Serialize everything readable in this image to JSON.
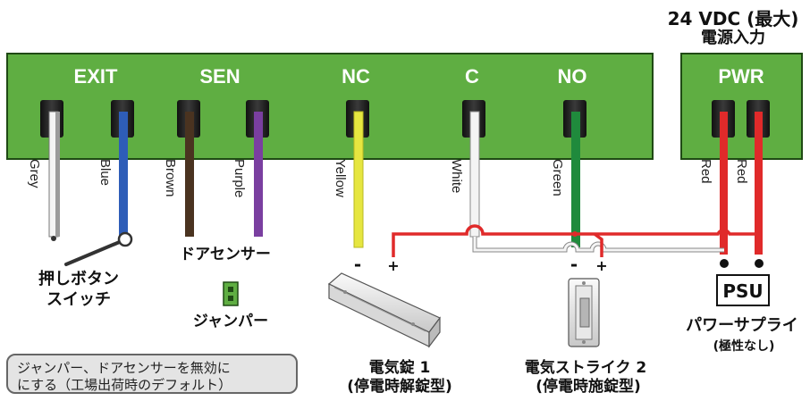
{
  "supply": {
    "line1": "24 VDC (最大)",
    "line2": "電源入力"
  },
  "terminals": {
    "exit": "EXIT",
    "sen": "SEN",
    "nc": "NC",
    "c": "C",
    "no": "NO",
    "pwr": "PWR"
  },
  "wires": {
    "grey": "Grey",
    "blue": "Blue",
    "brown": "Brown",
    "purple": "Purple",
    "yellow": "Yellow",
    "white": "White",
    "green": "Green",
    "red1": "Red",
    "red2": "Red"
  },
  "components": {
    "push_button": {
      "line1": "押しボタン",
      "line2": "スイッチ"
    },
    "door_sensor": "ドアセンサー",
    "jumper": "ジャンパー",
    "maglock": {
      "line1": "電気錠 1",
      "line2": "(停電時解錠型)"
    },
    "strike": {
      "line1": "電気ストライク 2",
      "line2": "(停電時施錠型)"
    },
    "psu": {
      "box": "PSU",
      "name": "パワーサプライ",
      "note": "(極性なし)"
    }
  },
  "polarity": {
    "minus": "-",
    "plus": "+"
  },
  "note": {
    "line1": "ジャンパー、ドアセンサーを無効に",
    "line2": "にする（工場出荷時のデフォルト）"
  },
  "colors": {
    "board": "#5fae42",
    "board_dark": "#1f4a14",
    "red": "#e02a2a",
    "white_wire": "#f2f2f2",
    "grey": "#9b9b9b",
    "blue": "#2e5db8",
    "brown": "#4a3320",
    "purple": "#7a3fa0",
    "yellow": "#e6e640",
    "green": "#1f8a3c"
  }
}
